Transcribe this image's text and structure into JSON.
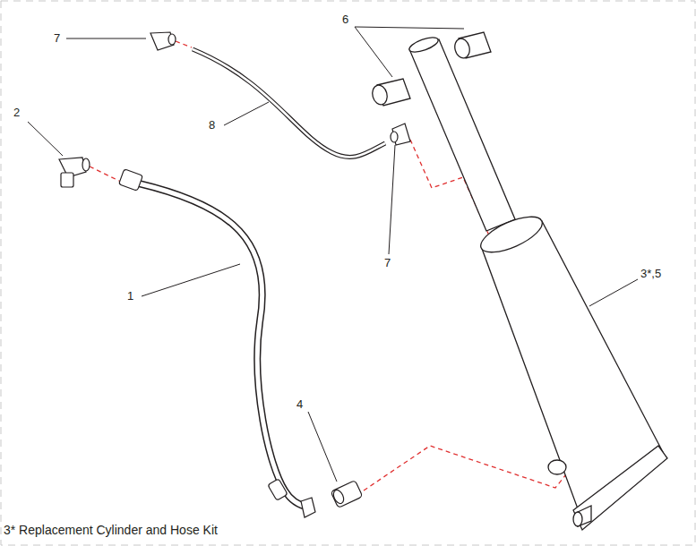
{
  "diagram": {
    "caption": "3* Replacement Cylinder and Hose Kit",
    "labels": [
      "7",
      "6",
      "2",
      "8",
      "7",
      "1",
      "4",
      "3*,5"
    ]
  }
}
